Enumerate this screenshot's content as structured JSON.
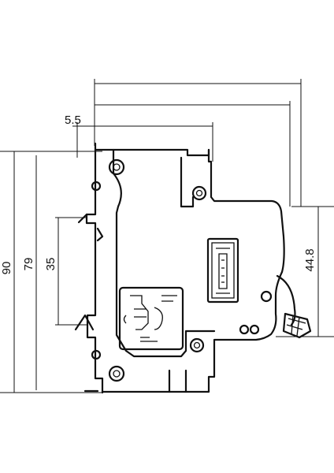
{
  "drawing": {
    "subject": "miniature circuit breaker side view",
    "line_color": "#111111",
    "background_color": "#ffffff"
  },
  "dimensions": {
    "top_offset": "5.5",
    "overall_height": "90",
    "body_height": "79",
    "rail_height": "35",
    "lever_height": "44.8"
  }
}
